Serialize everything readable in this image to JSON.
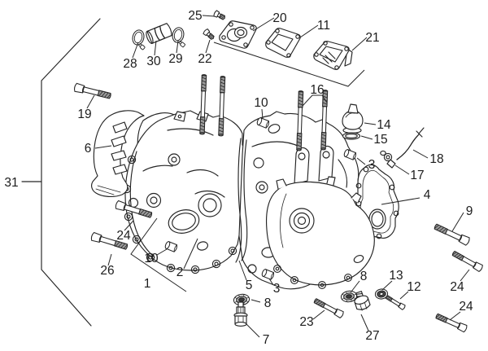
{
  "diagram": {
    "background": "#ffffff",
    "line_color": "#242424",
    "label_color": "#1c1c1c"
  },
  "labels": {
    "n1": "1",
    "n2": "2",
    "n3": "3",
    "n4": "4",
    "n5": "5",
    "n6": "6",
    "n7": "7",
    "n8": "8",
    "n9": "9",
    "n10": "10",
    "n11": "11",
    "n12": "12",
    "n13": "13",
    "n14": "14",
    "n15": "15",
    "n16": "16",
    "n17": "17",
    "n18": "18",
    "n19": "19",
    "n20": "20",
    "n21": "21",
    "n22": "22",
    "n23": "23",
    "n24": "24",
    "n25": "25",
    "n26": "26",
    "n27": "27",
    "n28": "28",
    "n29": "29",
    "n30": "30",
    "n31": "31"
  }
}
